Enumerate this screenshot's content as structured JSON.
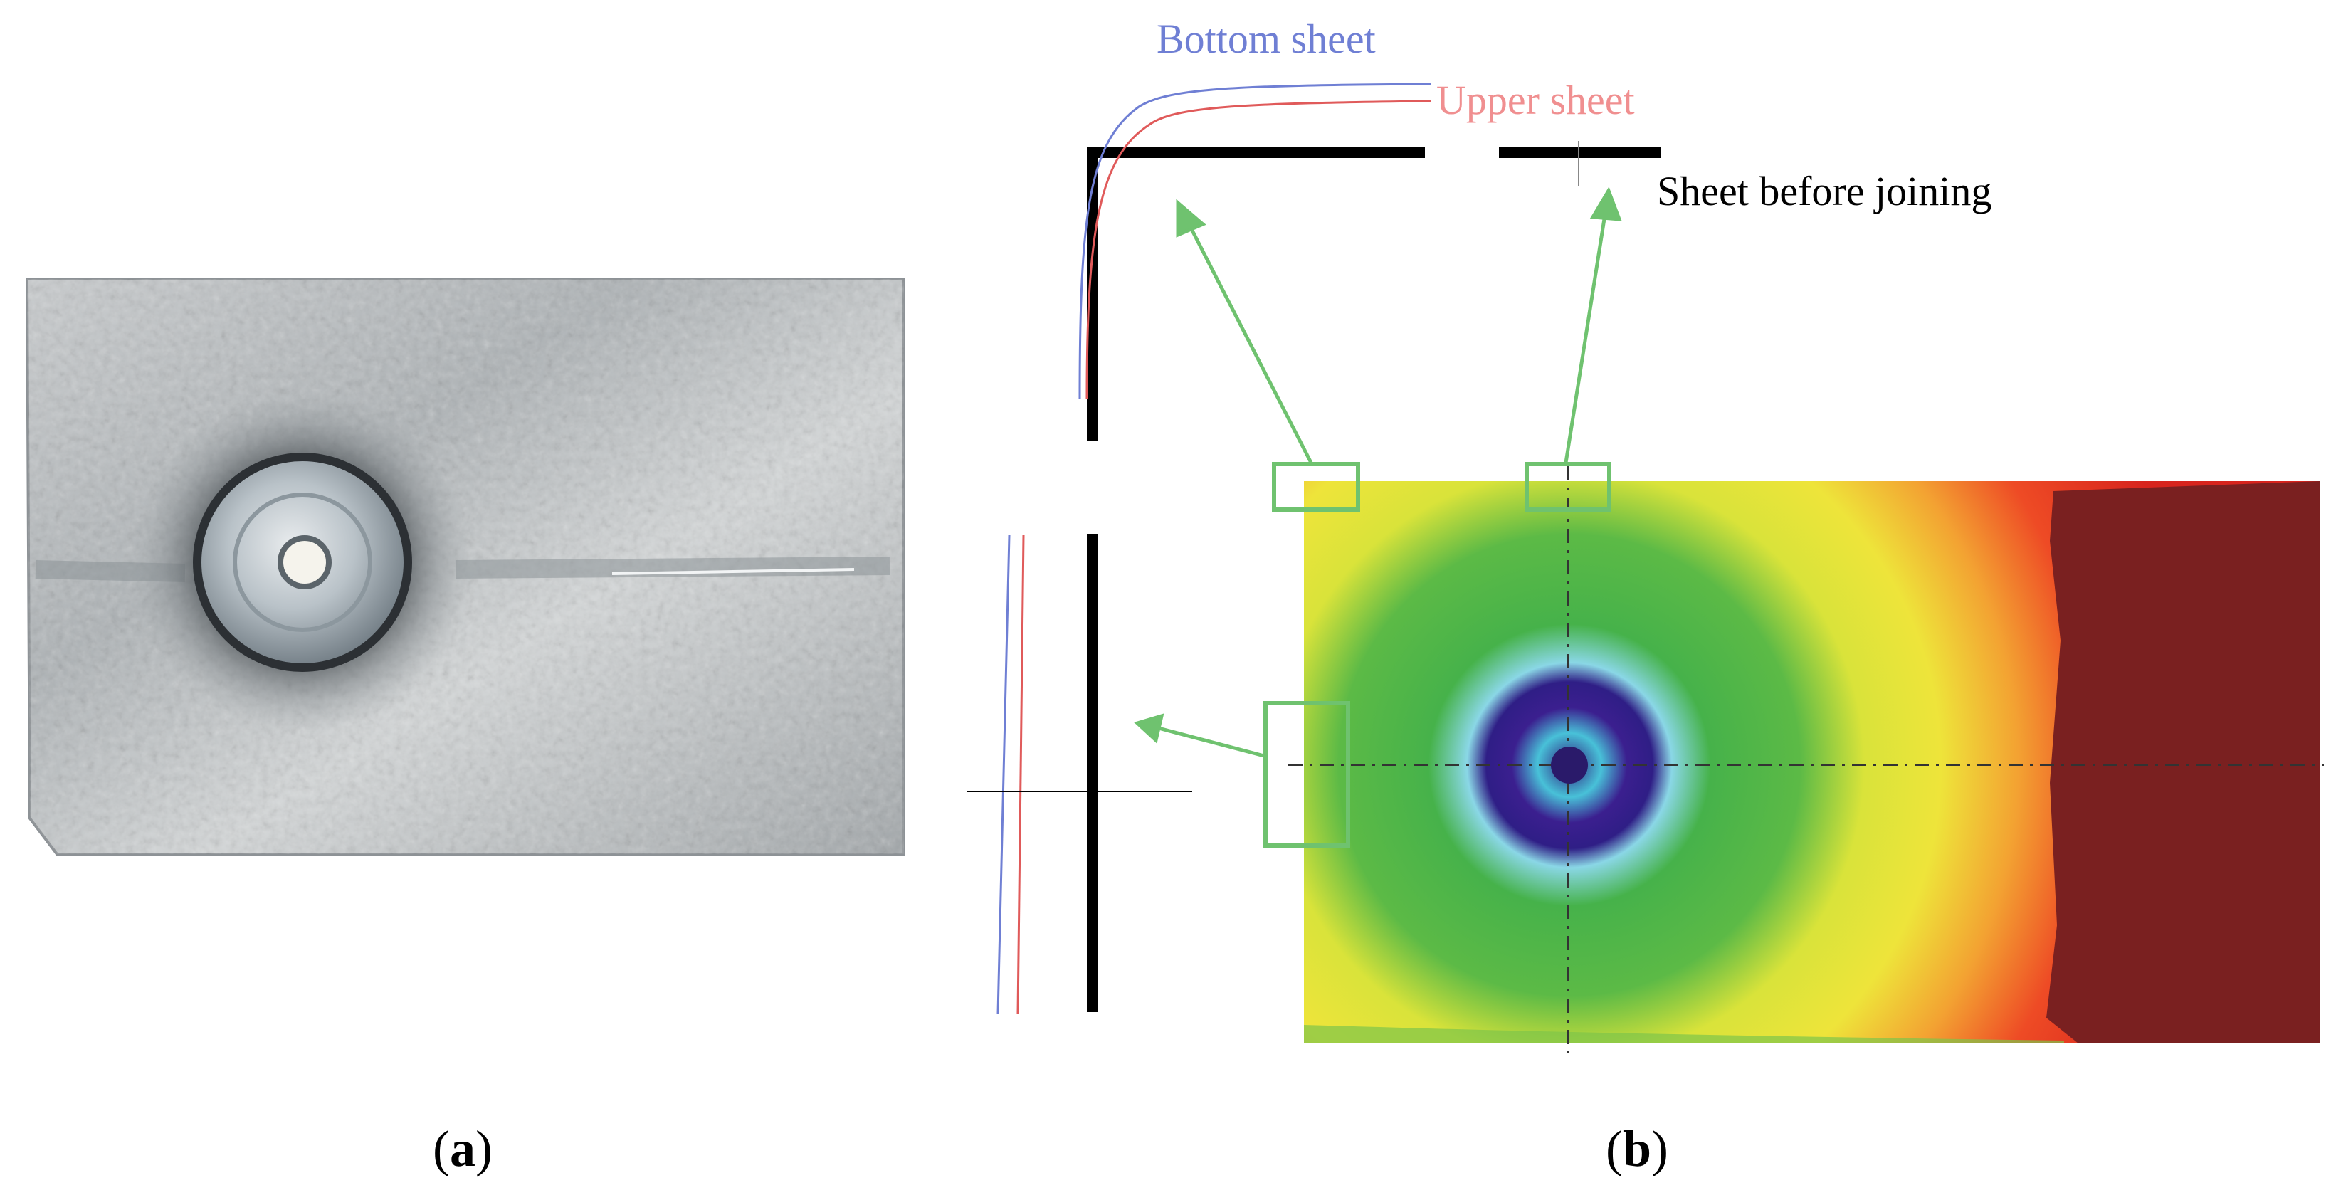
{
  "captions": {
    "a": "a",
    "b": "b"
  },
  "labels": {
    "bottom_sheet": "Bottom sheet",
    "upper_sheet": "Upper sheet",
    "sheet_before_joining": "Sheet before joining"
  },
  "colors": {
    "bottom_sheet": "#6f7fd4",
    "upper_sheet": "#f08f90",
    "sheet_before_joining": "#000000",
    "callout": "#6fc26f",
    "contour_outer": "#f0772a",
    "contour_mid": "#e8e53a",
    "contour_inner": "#4cb648",
    "contour_ring": "#3b1f8f",
    "contour_far": "#7a2020"
  },
  "icons": {
    "panel_a": "riveted-galvanized-sheet-photo",
    "panel_b": "deformation-contour-map"
  }
}
